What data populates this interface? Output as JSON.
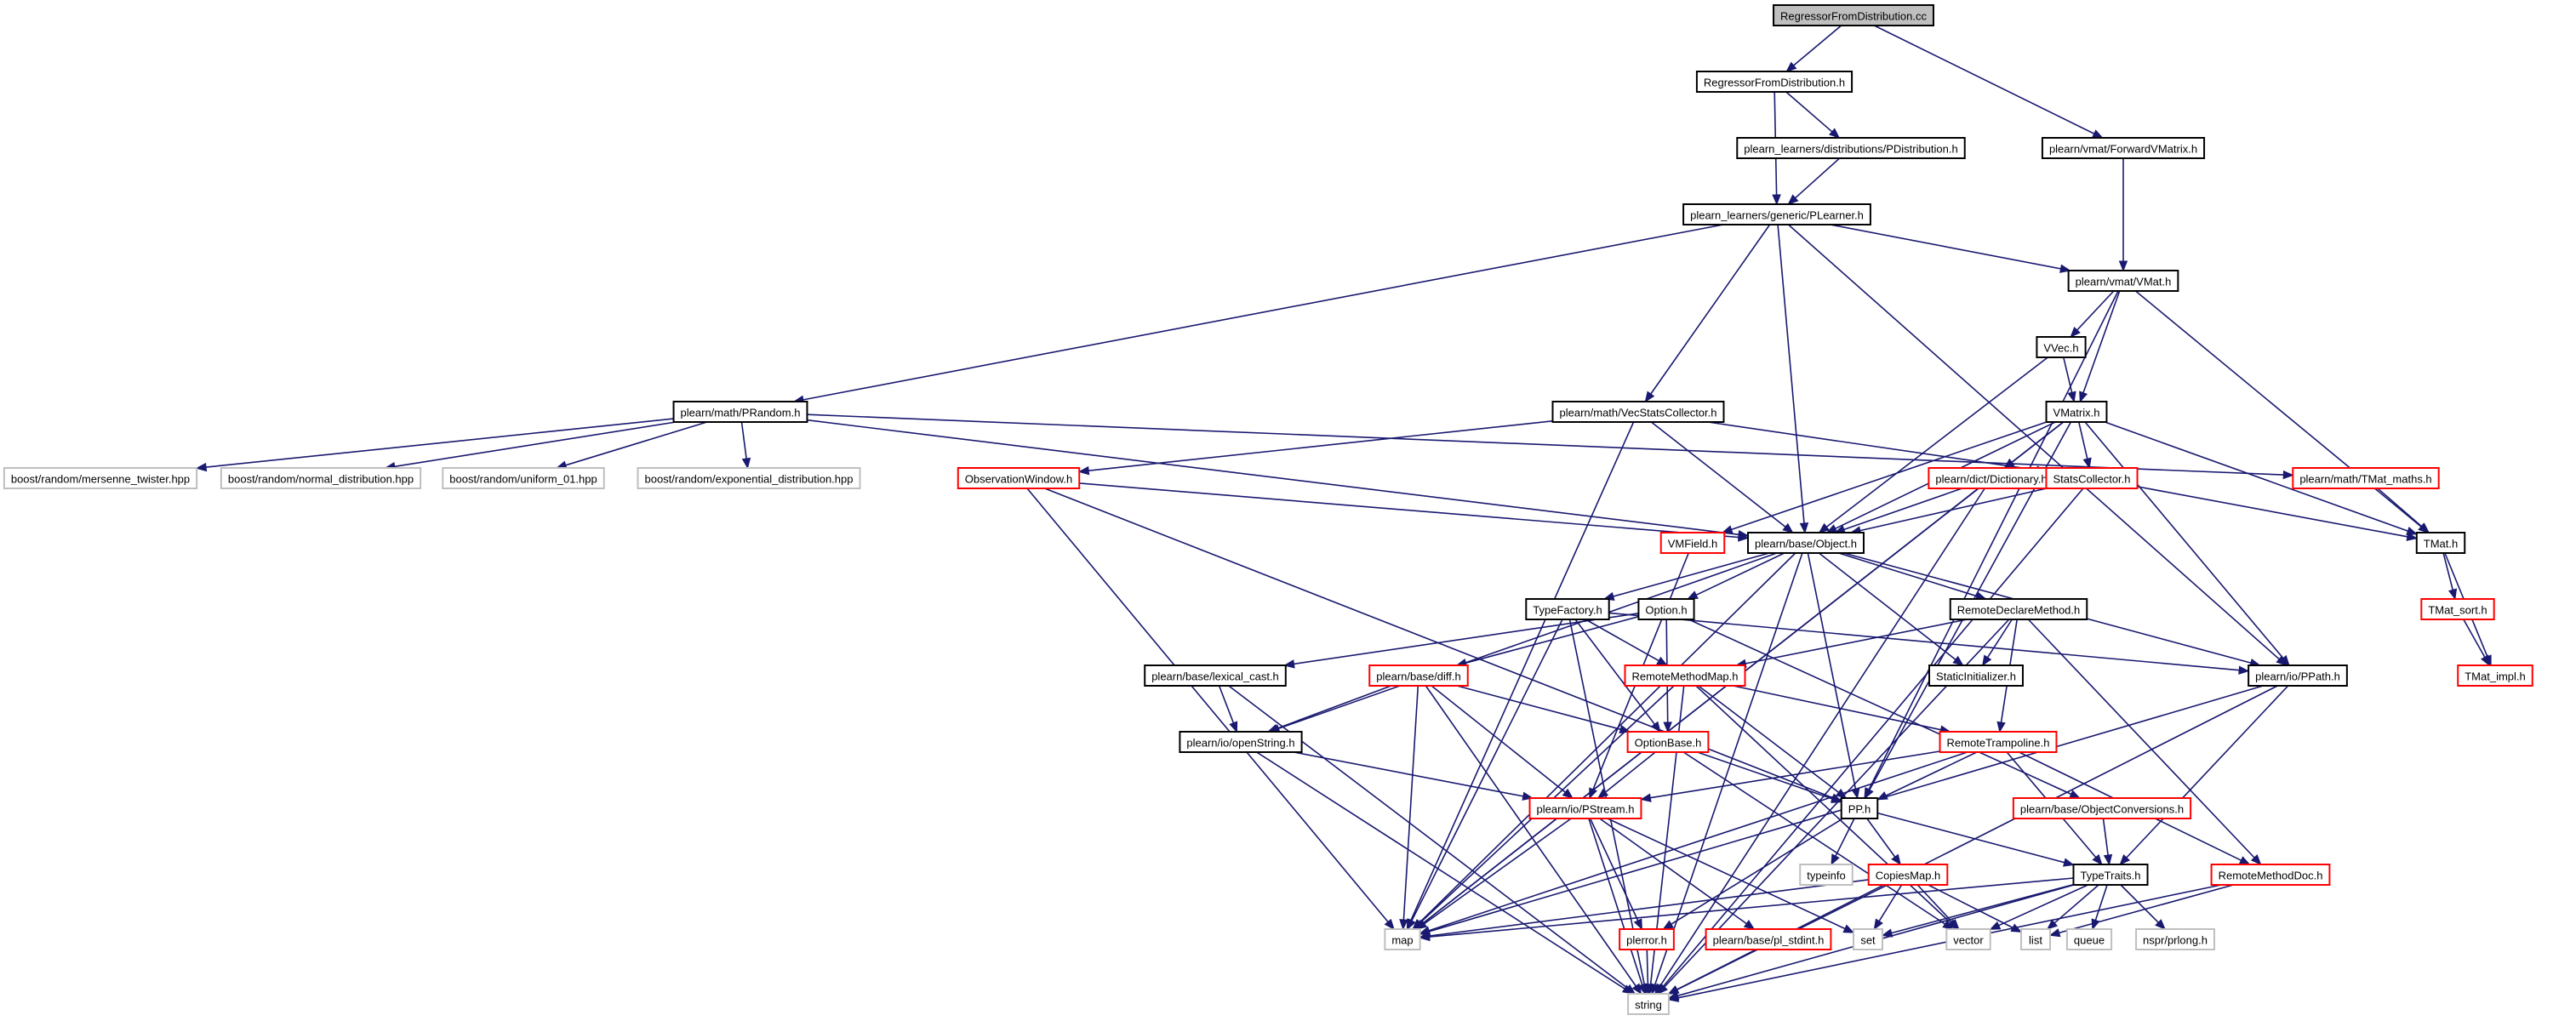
{
  "graph": {
    "colors": {
      "edge": "#191970",
      "root_fill": "#bfbfbf",
      "border_normal": "#000000",
      "border_truncated": "#ff0000",
      "border_external": "#bfbfbf",
      "text": "#000000"
    },
    "nodes": [
      {
        "id": "root",
        "label": "RegressorFromDistribution.cc",
        "kind": "root"
      },
      {
        "id": "rfd_h",
        "label": "RegressorFromDistribution.h",
        "kind": "normal"
      },
      {
        "id": "pdist",
        "label": "plearn_learners/distributions/PDistribution.h",
        "kind": "normal"
      },
      {
        "id": "fwdvm",
        "label": "plearn/vmat/ForwardVMatrix.h",
        "kind": "normal"
      },
      {
        "id": "plearner",
        "label": "plearn_learners/generic/PLearner.h",
        "kind": "normal"
      },
      {
        "id": "vmat",
        "label": "plearn/vmat/VMat.h",
        "kind": "normal"
      },
      {
        "id": "vvec",
        "label": "VVec.h",
        "kind": "normal"
      },
      {
        "id": "prandom",
        "label": "plearn/math/PRandom.h",
        "kind": "normal"
      },
      {
        "id": "vecstats",
        "label": "plearn/math/VecStatsCollector.h",
        "kind": "normal"
      },
      {
        "id": "vmatrix",
        "label": "VMatrix.h",
        "kind": "normal"
      },
      {
        "id": "mt",
        "label": "boost/random/mersenne_twister.hpp",
        "kind": "external"
      },
      {
        "id": "nd",
        "label": "boost/random/normal_distribution.hpp",
        "kind": "external"
      },
      {
        "id": "u01",
        "label": "boost/random/uniform_01.hpp",
        "kind": "external"
      },
      {
        "id": "ed",
        "label": "boost/random/exponential_distribution.hpp",
        "kind": "external"
      },
      {
        "id": "obswin",
        "label": "ObservationWindow.h",
        "kind": "truncated"
      },
      {
        "id": "dict",
        "label": "plearn/dict/Dictionary.h",
        "kind": "truncated"
      },
      {
        "id": "statscol",
        "label": "StatsCollector.h",
        "kind": "truncated"
      },
      {
        "id": "tmatmaths",
        "label": "plearn/math/TMat_maths.h",
        "kind": "truncated"
      },
      {
        "id": "vmfield",
        "label": "VMField.h",
        "kind": "truncated"
      },
      {
        "id": "object",
        "label": "plearn/base/Object.h",
        "kind": "normal"
      },
      {
        "id": "tmat",
        "label": "TMat.h",
        "kind": "normal"
      },
      {
        "id": "typefactory",
        "label": "TypeFactory.h",
        "kind": "normal"
      },
      {
        "id": "option",
        "label": "Option.h",
        "kind": "normal"
      },
      {
        "id": "rdm",
        "label": "RemoteDeclareMethod.h",
        "kind": "normal"
      },
      {
        "id": "tmatsort",
        "label": "TMat_sort.h",
        "kind": "truncated"
      },
      {
        "id": "lexcast",
        "label": "plearn/base/lexical_cast.h",
        "kind": "normal"
      },
      {
        "id": "diff",
        "label": "plearn/base/diff.h",
        "kind": "truncated"
      },
      {
        "id": "rmm",
        "label": "RemoteMethodMap.h",
        "kind": "truncated"
      },
      {
        "id": "statinit",
        "label": "StaticInitializer.h",
        "kind": "normal"
      },
      {
        "id": "ppath",
        "label": "plearn/io/PPath.h",
        "kind": "normal"
      },
      {
        "id": "tmatimpl",
        "label": "TMat_impl.h",
        "kind": "truncated"
      },
      {
        "id": "openstring",
        "label": "plearn/io/openString.h",
        "kind": "normal"
      },
      {
        "id": "optionbase",
        "label": "OptionBase.h",
        "kind": "truncated"
      },
      {
        "id": "rtramp",
        "label": "RemoteTrampoline.h",
        "kind": "truncated"
      },
      {
        "id": "objconv",
        "label": "plearn/base/ObjectConversions.h",
        "kind": "truncated"
      },
      {
        "id": "pstream",
        "label": "plearn/io/PStream.h",
        "kind": "truncated"
      },
      {
        "id": "pp",
        "label": "PP.h",
        "kind": "normal"
      },
      {
        "id": "typeinfo",
        "label": "typeinfo",
        "kind": "external"
      },
      {
        "id": "copiesmap",
        "label": "CopiesMap.h",
        "kind": "truncated"
      },
      {
        "id": "typetraits",
        "label": "TypeTraits.h",
        "kind": "normal"
      },
      {
        "id": "rmdoc",
        "label": "RemoteMethodDoc.h",
        "kind": "truncated"
      },
      {
        "id": "map",
        "label": "map",
        "kind": "external"
      },
      {
        "id": "plerror",
        "label": "plerror.h",
        "kind": "truncated"
      },
      {
        "id": "stdint",
        "label": "plearn/base/pl_stdint.h",
        "kind": "truncated"
      },
      {
        "id": "set",
        "label": "set",
        "kind": "external"
      },
      {
        "id": "vector",
        "label": "vector",
        "kind": "external"
      },
      {
        "id": "list",
        "label": "list",
        "kind": "external"
      },
      {
        "id": "queue",
        "label": "queue",
        "kind": "external"
      },
      {
        "id": "prlong",
        "label": "nspr/prlong.h",
        "kind": "external"
      },
      {
        "id": "string",
        "label": "string",
        "kind": "external"
      }
    ],
    "edges": [
      [
        "root",
        "rfd_h"
      ],
      [
        "root",
        "fwdvm"
      ],
      [
        "rfd_h",
        "pdist"
      ],
      [
        "rfd_h",
        "plearner"
      ],
      [
        "pdist",
        "plearner"
      ],
      [
        "fwdvm",
        "vmat"
      ],
      [
        "plearner",
        "prandom"
      ],
      [
        "plearner",
        "vecstats"
      ],
      [
        "plearner",
        "object"
      ],
      [
        "plearner",
        "vmat"
      ],
      [
        "plearner",
        "ppath"
      ],
      [
        "vmat",
        "vvec"
      ],
      [
        "vmat",
        "vmatrix"
      ],
      [
        "vmat",
        "tmat"
      ],
      [
        "vmat",
        "pp"
      ],
      [
        "vvec",
        "vmatrix"
      ],
      [
        "vvec",
        "object"
      ],
      [
        "prandom",
        "mt"
      ],
      [
        "prandom",
        "nd"
      ],
      [
        "prandom",
        "u01"
      ],
      [
        "prandom",
        "ed"
      ],
      [
        "prandom",
        "object"
      ],
      [
        "prandom",
        "tmatmaths"
      ],
      [
        "vecstats",
        "obswin"
      ],
      [
        "vecstats",
        "statscol"
      ],
      [
        "vecstats",
        "object"
      ],
      [
        "vecstats",
        "map"
      ],
      [
        "vmatrix",
        "dict"
      ],
      [
        "vmatrix",
        "statscol"
      ],
      [
        "vmatrix",
        "vmfield"
      ],
      [
        "vmatrix",
        "object"
      ],
      [
        "vmatrix",
        "tmat"
      ],
      [
        "vmatrix",
        "ppath"
      ],
      [
        "vmatrix",
        "pp"
      ],
      [
        "vmatrix",
        "map"
      ],
      [
        "obswin",
        "object"
      ],
      [
        "obswin",
        "pp"
      ],
      [
        "obswin",
        "map"
      ],
      [
        "dict",
        "object"
      ],
      [
        "dict",
        "map"
      ],
      [
        "dict",
        "string"
      ],
      [
        "statscol",
        "object"
      ],
      [
        "statscol",
        "tmat"
      ],
      [
        "statscol",
        "string"
      ],
      [
        "tmatmaths",
        "tmat"
      ],
      [
        "vmfield",
        "pstream"
      ],
      [
        "object",
        "typefactory"
      ],
      [
        "object",
        "option"
      ],
      [
        "object",
        "rdm"
      ],
      [
        "object",
        "statinit"
      ],
      [
        "object",
        "ppath"
      ],
      [
        "object",
        "pp"
      ],
      [
        "object",
        "openstring"
      ],
      [
        "object",
        "map"
      ],
      [
        "object",
        "string"
      ],
      [
        "tmat",
        "tmatsort"
      ],
      [
        "tmat",
        "tmatimpl"
      ],
      [
        "tmatsort",
        "tmatimpl"
      ],
      [
        "typefactory",
        "rmm"
      ],
      [
        "typefactory",
        "optionbase"
      ],
      [
        "typefactory",
        "ppath"
      ],
      [
        "typefactory",
        "map"
      ],
      [
        "typefactory",
        "string"
      ],
      [
        "option",
        "diff"
      ],
      [
        "option",
        "optionbase"
      ],
      [
        "option",
        "objconv"
      ],
      [
        "option",
        "lexcast"
      ],
      [
        "rdm",
        "rmm"
      ],
      [
        "rdm",
        "rtramp"
      ],
      [
        "rdm",
        "rmdoc"
      ],
      [
        "rdm",
        "statinit"
      ],
      [
        "rdm",
        "string"
      ],
      [
        "lexcast",
        "openstring"
      ],
      [
        "lexcast",
        "string"
      ],
      [
        "diff",
        "openstring"
      ],
      [
        "diff",
        "optionbase"
      ],
      [
        "diff",
        "pstream"
      ],
      [
        "diff",
        "map"
      ],
      [
        "diff",
        "string"
      ],
      [
        "rmm",
        "rtramp"
      ],
      [
        "rmm",
        "pp"
      ],
      [
        "rmm",
        "map"
      ],
      [
        "rmm",
        "string"
      ],
      [
        "rmm",
        "vector"
      ],
      [
        "ppath",
        "typetraits"
      ],
      [
        "ppath",
        "string"
      ],
      [
        "ppath",
        "map"
      ],
      [
        "openstring",
        "pstream"
      ],
      [
        "openstring",
        "string"
      ],
      [
        "optionbase",
        "pp"
      ],
      [
        "optionbase",
        "pstream"
      ],
      [
        "optionbase",
        "vector"
      ],
      [
        "rtramp",
        "pstream"
      ],
      [
        "rtramp",
        "pp"
      ],
      [
        "rtramp",
        "typetraits"
      ],
      [
        "rtramp",
        "rmdoc"
      ],
      [
        "rtramp",
        "map"
      ],
      [
        "objconv",
        "typetraits"
      ],
      [
        "pstream",
        "plerror"
      ],
      [
        "pstream",
        "stdint"
      ],
      [
        "pstream",
        "map"
      ],
      [
        "pstream",
        "set"
      ],
      [
        "pstream",
        "string"
      ],
      [
        "pp",
        "typeinfo"
      ],
      [
        "pp",
        "copiesmap"
      ],
      [
        "pp",
        "typetraits"
      ],
      [
        "pp",
        "plerror"
      ],
      [
        "copiesmap",
        "map"
      ],
      [
        "copiesmap",
        "set"
      ],
      [
        "copiesmap",
        "vector"
      ],
      [
        "copiesmap",
        "list"
      ],
      [
        "copiesmap",
        "string"
      ],
      [
        "typetraits",
        "map"
      ],
      [
        "typetraits",
        "set"
      ],
      [
        "typetraits",
        "vector"
      ],
      [
        "typetraits",
        "list"
      ],
      [
        "typetraits",
        "queue"
      ],
      [
        "typetraits",
        "prlong"
      ],
      [
        "typetraits",
        "string"
      ],
      [
        "rmdoc",
        "list"
      ],
      [
        "rmdoc",
        "string"
      ],
      [
        "plerror",
        "string"
      ]
    ]
  }
}
